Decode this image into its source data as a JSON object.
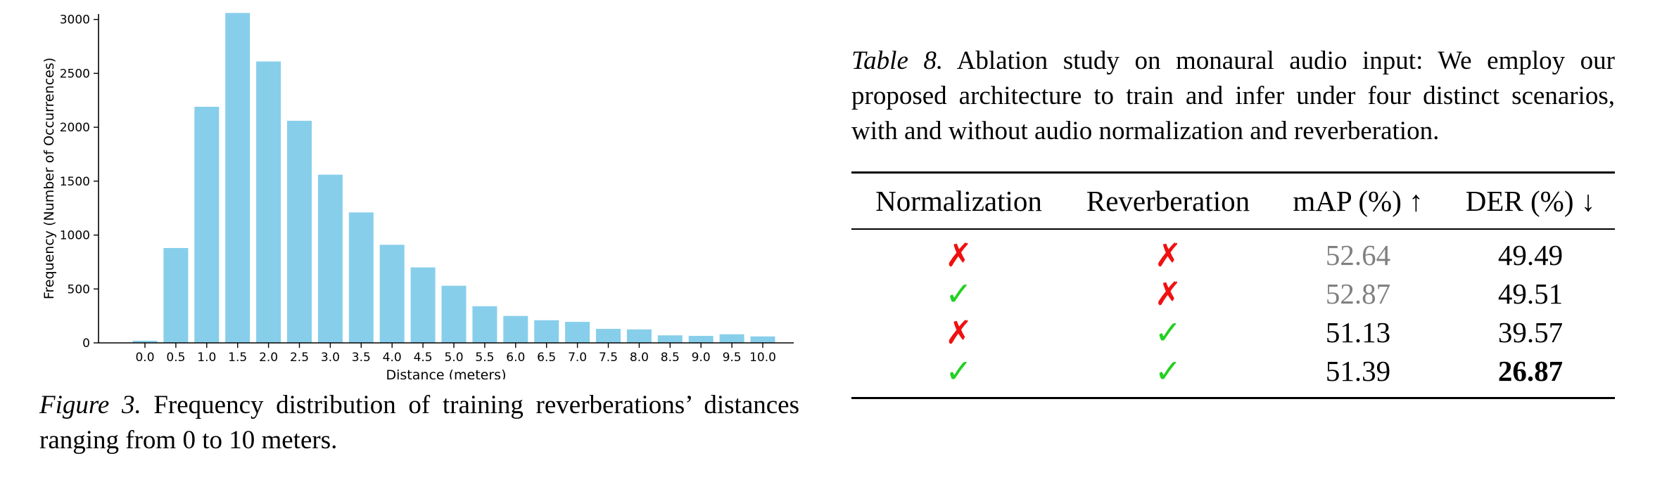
{
  "figure": {
    "label": "Figure 3.",
    "caption": "Frequency distribution of training reverberations’ distances ranging from 0 to 10 meters."
  },
  "chart_data": {
    "type": "bar",
    "xlabel": "Distance (meters)",
    "ylabel": "Frequency (Number of Occurrences)",
    "ylim": [
      0,
      3050
    ],
    "yticks": [
      0,
      500,
      1000,
      1500,
      2000,
      2500,
      3000
    ],
    "categories": [
      "0.0",
      "0.5",
      "1.0",
      "1.5",
      "2.0",
      "2.5",
      "3.0",
      "3.5",
      "4.0",
      "4.5",
      "5.0",
      "5.5",
      "6.0",
      "6.5",
      "7.0",
      "7.5",
      "8.0",
      "8.5",
      "9.0",
      "9.5",
      "10.0"
    ],
    "values": [
      20,
      880,
      2190,
      3060,
      2610,
      2060,
      1560,
      1210,
      910,
      700,
      530,
      340,
      250,
      210,
      195,
      130,
      125,
      70,
      65,
      80,
      60
    ],
    "bar_color": "#87ceeb",
    "grid": false
  },
  "table": {
    "label": "Table 8.",
    "caption": "Ablation study on monaural audio input: We employ our proposed architecture to train and infer under four distinct scenarios, with and without audio normalization and reverberation.",
    "headers": [
      "Normalization",
      "Reverberation",
      "mAP (%) ↑",
      "DER (%) ↓"
    ],
    "rows": [
      {
        "normalization": "✗",
        "reverberation": "✗",
        "map": "52.64",
        "der": "49.49"
      },
      {
        "normalization": "✓",
        "reverberation": "✗",
        "map": "52.87",
        "der": "49.51"
      },
      {
        "normalization": "✗",
        "reverberation": "✓",
        "map": "51.13",
        "der": "39.57"
      },
      {
        "normalization": "✓",
        "reverberation": "✓",
        "map": "51.39",
        "der": "26.87"
      }
    ],
    "colors": {
      "cross": "#f01010",
      "check": "#22d022",
      "muted": "#808080"
    }
  }
}
